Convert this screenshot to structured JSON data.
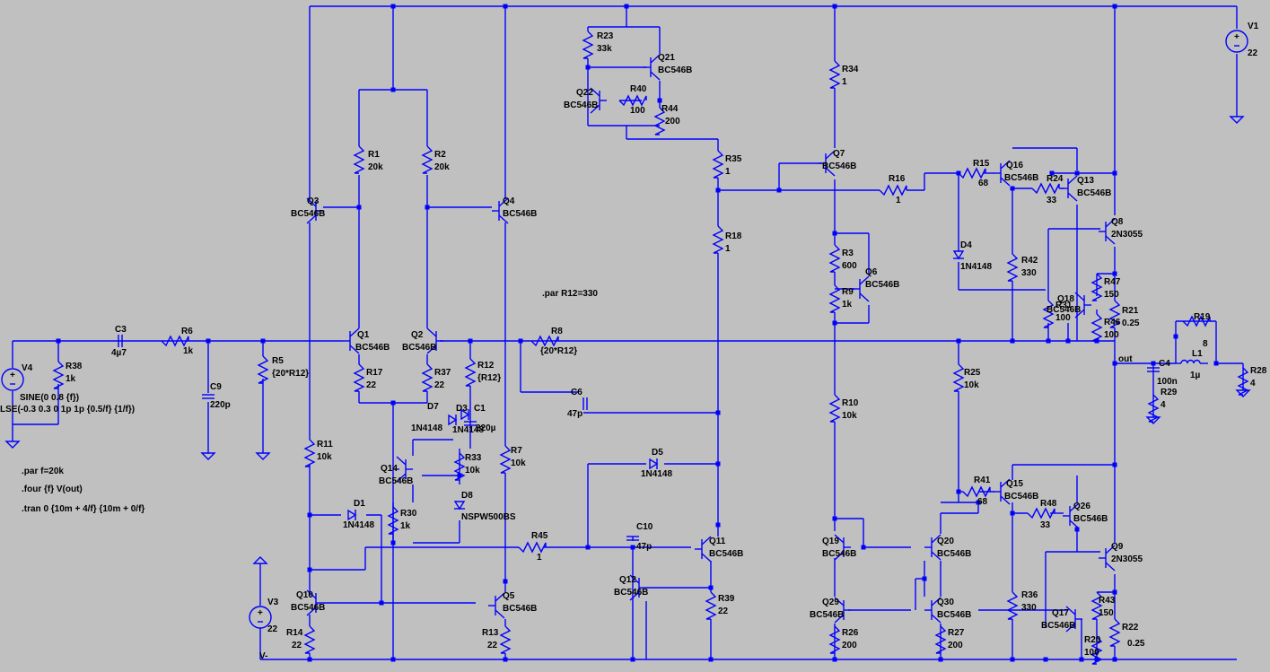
{
  "nets": {
    "out": "out",
    "vminus": "V-"
  },
  "directives": {
    "par_r12": ".par R12=330",
    "par_f": ".par f=20k",
    "four": ".four {f} V(out)",
    "tran": ".tran 0 {10m + 4/f} {10m + 0/f}",
    "sine": "SINE(0 0.8 {f})",
    "pulse": "LSE(-0.3 0.3 0 1p 1p {0.5/f} {1/f})"
  },
  "components": {
    "V1": {
      "name": "V1",
      "value": "22"
    },
    "V3": {
      "name": "V3",
      "value": "22"
    },
    "V4": {
      "name": "V4"
    },
    "R1": {
      "name": "R1",
      "value": "20k"
    },
    "R2": {
      "name": "R2",
      "value": "20k"
    },
    "R3": {
      "name": "R3",
      "value": "600"
    },
    "R5": {
      "name": "R5",
      "value": "{20*R12}"
    },
    "R6": {
      "name": "R6",
      "value": "1k"
    },
    "R7": {
      "name": "R7",
      "value": "10k"
    },
    "R8": {
      "name": "R8",
      "value": "{20*R12}"
    },
    "R9": {
      "name": "R9",
      "value": "1k"
    },
    "R10": {
      "name": "R10",
      "value": "10k"
    },
    "R11": {
      "name": "R11",
      "value": "10k"
    },
    "R12": {
      "name": "R12",
      "value": "{R12}"
    },
    "R13": {
      "name": "R13",
      "value": "22"
    },
    "R14": {
      "name": "R14",
      "value": "22"
    },
    "R15": {
      "name": "R15",
      "value": "68"
    },
    "R16": {
      "name": "R16",
      "value": "1"
    },
    "R17": {
      "name": "R17",
      "value": "22"
    },
    "R18": {
      "name": "R18",
      "value": "1"
    },
    "R19": {
      "name": "R19",
      "value": "8"
    },
    "R20": {
      "name": "R20",
      "value": "100"
    },
    "R21": {
      "name": "R21",
      "value": "0.25"
    },
    "R22": {
      "name": "R22",
      "value": "0.25"
    },
    "R23": {
      "name": "R23",
      "value": "33k"
    },
    "R24": {
      "name": "R24",
      "value": "33"
    },
    "R25": {
      "name": "R25",
      "value": "10k"
    },
    "R26": {
      "name": "R26",
      "value": "200"
    },
    "R27": {
      "name": "R27",
      "value": "200"
    },
    "R28": {
      "name": "R28",
      "value": "4"
    },
    "R29": {
      "name": "R29",
      "value": "4"
    },
    "R30": {
      "name": "R30",
      "value": "1k"
    },
    "R31": {
      "name": "R31",
      "value": "100"
    },
    "R33": {
      "name": "R33",
      "value": "10k"
    },
    "R34": {
      "name": "R34",
      "value": "1"
    },
    "R35": {
      "name": "R35",
      "value": "1"
    },
    "R36": {
      "name": "R36",
      "value": "330"
    },
    "R37": {
      "name": "R37",
      "value": "22"
    },
    "R38": {
      "name": "R38",
      "value": "1k"
    },
    "R39": {
      "name": "R39",
      "value": "22"
    },
    "R40": {
      "name": "R40",
      "value": "100"
    },
    "R41": {
      "name": "R41",
      "value": "68"
    },
    "R42": {
      "name": "R42",
      "value": "330"
    },
    "R43": {
      "name": "R43",
      "value": "150"
    },
    "R44": {
      "name": "R44",
      "value": "200"
    },
    "R45": {
      "name": "R45",
      "value": "1"
    },
    "R46": {
      "name": "R46",
      "value": "100"
    },
    "R47": {
      "name": "R47",
      "value": "150"
    },
    "R48": {
      "name": "R48",
      "value": "33"
    },
    "C1": {
      "name": "C1",
      "value": "220µ"
    },
    "C3": {
      "name": "C3",
      "value": "4µ7"
    },
    "C4": {
      "name": "C4",
      "value": "100n"
    },
    "C6": {
      "name": "C6",
      "value": "47p"
    },
    "C9": {
      "name": "C9",
      "value": "220p"
    },
    "C10": {
      "name": "C10",
      "value": "47p"
    },
    "L1": {
      "name": "L1",
      "value": "1µ"
    },
    "D1": {
      "name": "D1",
      "value": "1N4148"
    },
    "D3": {
      "name": "D3",
      "value": "1N4148"
    },
    "D4": {
      "name": "D4",
      "value": "1N4148"
    },
    "D5": {
      "name": "D5",
      "value": "1N4148"
    },
    "D7": {
      "name": "D7",
      "value": "1N4148"
    },
    "D8": {
      "name": "D8",
      "value": "NSPW500BS"
    },
    "Q1": {
      "name": "Q1",
      "value": "BC546B"
    },
    "Q2": {
      "name": "Q2",
      "value": "BC546B"
    },
    "Q3": {
      "name": "Q3",
      "value": "BC546B"
    },
    "Q4": {
      "name": "Q4",
      "value": "BC546B"
    },
    "Q5": {
      "name": "Q5",
      "value": "BC546B"
    },
    "Q6": {
      "name": "Q6",
      "value": "BC546B"
    },
    "Q7": {
      "name": "Q7",
      "value": "BC546B"
    },
    "Q8": {
      "name": "Q8",
      "value": "2N3055"
    },
    "Q9": {
      "name": "Q9",
      "value": "2N3055"
    },
    "Q10": {
      "name": "Q10",
      "value": "BC546B"
    },
    "Q11": {
      "name": "Q11",
      "value": "BC546B"
    },
    "Q12": {
      "name": "Q12",
      "value": "BC546B"
    },
    "Q13": {
      "name": "Q13",
      "value": "BC546B"
    },
    "Q14": {
      "name": "Q14",
      "value": "BC546B"
    },
    "Q15": {
      "name": "Q15",
      "value": "BC546B"
    },
    "Q16": {
      "name": "Q16",
      "value": "BC546B"
    },
    "Q17": {
      "name": "Q17",
      "value": "BC546B"
    },
    "Q18": {
      "name": "Q18",
      "value": "BC546B"
    },
    "Q19": {
      "name": "Q19",
      "value": "BC546B"
    },
    "Q20": {
      "name": "Q20",
      "value": "BC546B"
    },
    "Q21": {
      "name": "Q21",
      "value": "BC546B"
    },
    "Q22": {
      "name": "Q22",
      "value": "BC546B"
    },
    "Q26": {
      "name": "Q26",
      "value": "BC546B"
    },
    "Q29": {
      "name": "Q29",
      "value": "BC546B"
    },
    "Q30": {
      "name": "Q30",
      "value": "BC546B"
    }
  }
}
